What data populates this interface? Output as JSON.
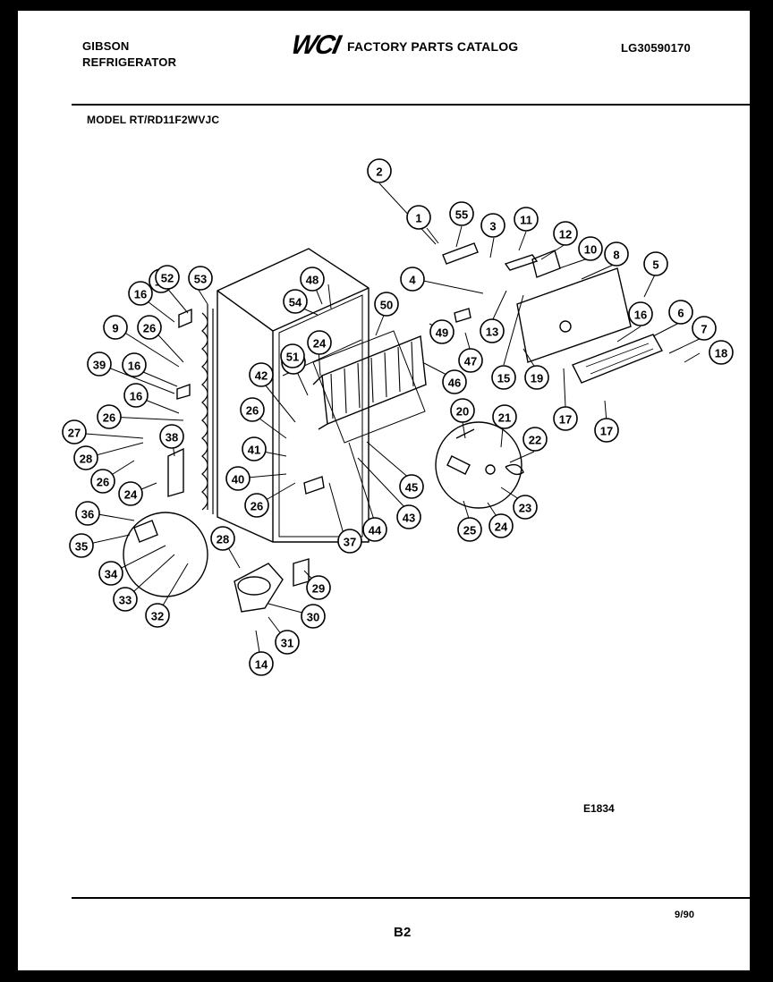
{
  "header": {
    "brand": "GIBSON",
    "product": "REFRIGERATOR",
    "logo_text": "WCI",
    "catalog_title": "FACTORY PARTS CATALOG",
    "catalog_number": "LG30590170"
  },
  "model_line": "MODEL RT/RD11F2WVJC",
  "diagram_code": "E1834",
  "footer": {
    "page": "B2",
    "date": "9/90"
  },
  "callouts": [
    "1",
    "2",
    "3",
    "4",
    "5",
    "6",
    "7",
    "8",
    "9",
    "10",
    "11",
    "12",
    "13",
    "14",
    "15",
    "16",
    "16",
    "16",
    "16",
    "16",
    "17",
    "17",
    "18",
    "19",
    "20",
    "21",
    "22",
    "23",
    "24",
    "24",
    "24",
    "24",
    "25",
    "26",
    "26",
    "26",
    "26",
    "26",
    "27",
    "28",
    "28",
    "29",
    "30",
    "31",
    "32",
    "33",
    "34",
    "35",
    "36",
    "37",
    "38",
    "39",
    "40",
    "41",
    "42",
    "43",
    "44",
    "45",
    "46",
    "47",
    "48",
    "49",
    "50",
    "51",
    "52",
    "53",
    "54",
    "55",
    "56"
  ]
}
